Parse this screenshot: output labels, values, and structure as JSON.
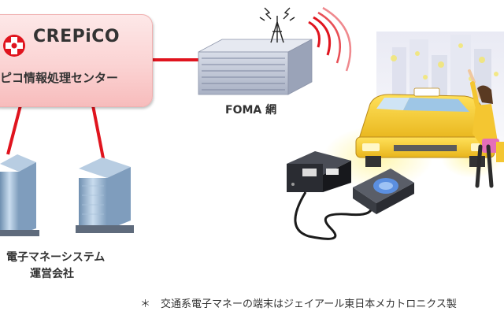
{
  "logo": {
    "text": "CREPiCO"
  },
  "center": {
    "label": "ピコ情報処理センター"
  },
  "network": {
    "label": "FOMA 網"
  },
  "operator": {
    "line1": "電子マネーシステム",
    "line2": "運営会社"
  },
  "footnote": "＊　交通系電子マネーの端末はジェイアール東日本メカトロニクス製",
  "colors": {
    "link": "#e0141e",
    "logo_red": "#e0141e",
    "box_fill": "#fbd3d3",
    "building_blue": "#8fb4d6"
  },
  "icons": [
    "logo-mark-icon",
    "antenna-icon",
    "signal-wave-icon",
    "server-building-icon",
    "office-building-icon",
    "taxi-icon",
    "card-reader-icon",
    "terminal-icon",
    "passenger-icon"
  ]
}
